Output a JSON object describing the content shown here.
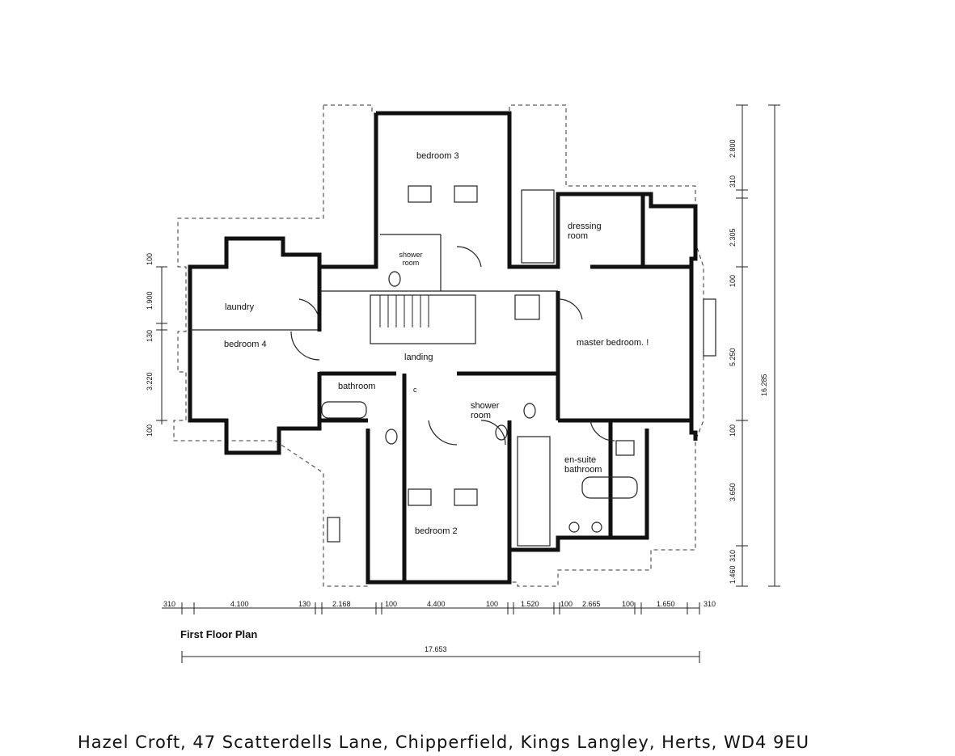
{
  "rooms": {
    "bedroom3": "bedroom 3",
    "shower_room_top": "shower room",
    "dressing_room": "dressing room",
    "laundry": "laundry",
    "bedroom4": "bedroom 4",
    "landing": "landing",
    "master_bedroom": "master bedroom. !",
    "bathroom": "bathroom",
    "cupboard": "c",
    "shower_room_bottom": "shower room",
    "ensuite": "en-suite bathroom",
    "bedroom2": "bedroom 2"
  },
  "dimensions": {
    "bottom": [
      "310",
      "4.100",
      "130",
      "2.168",
      "100",
      "4.400",
      "100",
      "1.520",
      "100",
      "2.665",
      "100",
      "1.650",
      "310"
    ],
    "total_width": "17.653",
    "left": [
      "100",
      "1.900",
      "130",
      "3.220",
      "100"
    ],
    "right": [
      "2.800",
      "310",
      "2.305",
      "100",
      "5.250",
      "100",
      "3.650",
      "310",
      "1.460"
    ],
    "total_height": "16.285"
  },
  "title": "First Floor Plan",
  "address": "Hazel Croft, 47 Scatterdells Lane, Chipperfield, Kings Langley, Herts, WD4 9EU"
}
